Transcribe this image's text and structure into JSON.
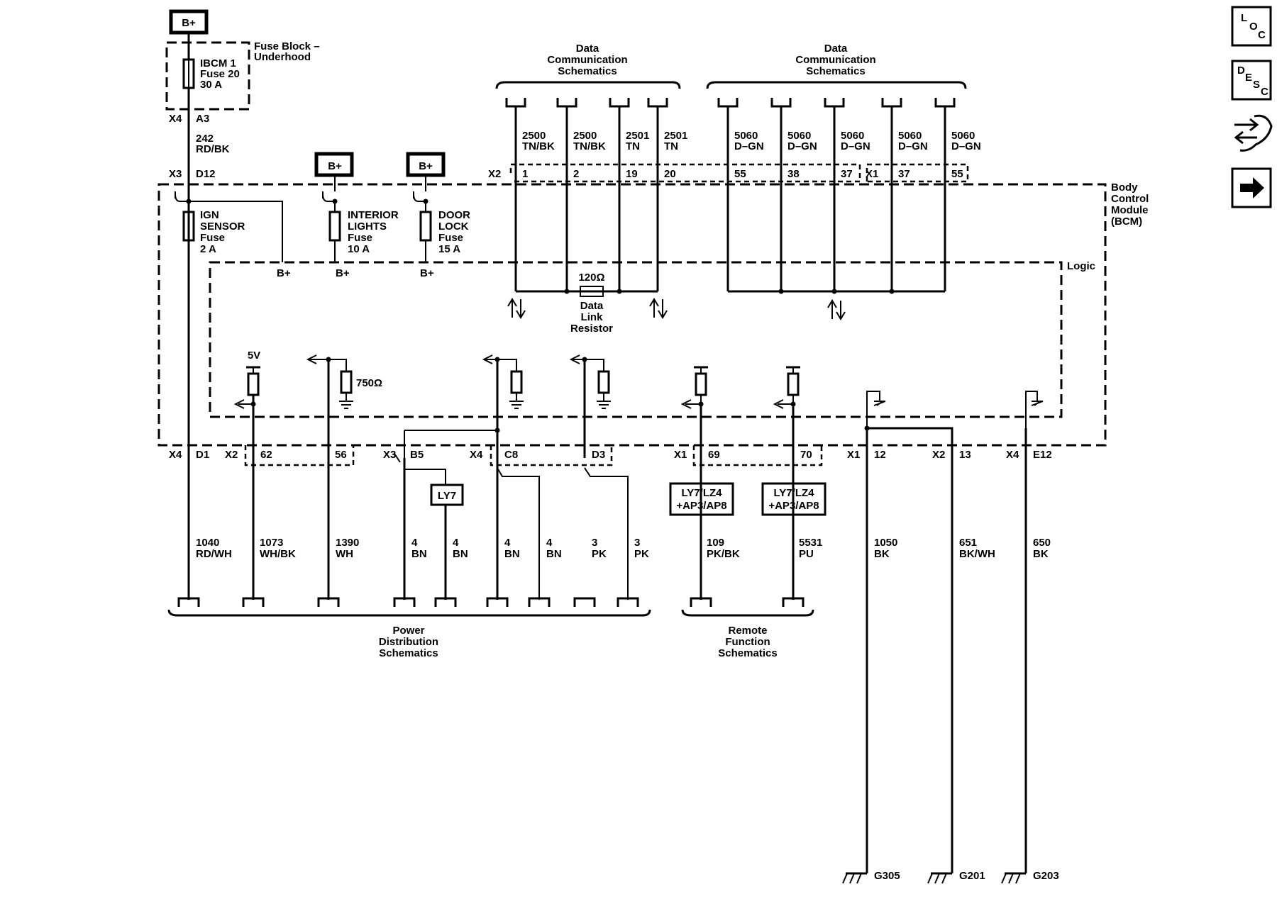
{
  "header": {
    "bplus": "B+",
    "fuse_block": [
      "Fuse Block –",
      "Underhood"
    ],
    "ibcm_fuse": [
      "IBCM 1",
      "Fuse 20",
      "30 A"
    ],
    "x4": "X4",
    "a3": "A3",
    "wire_242": [
      "242",
      "RD/BK"
    ],
    "x3": "X3",
    "d12": "D12",
    "ign_fuse": [
      "IGN",
      "SENSOR",
      "Fuse",
      "2 A"
    ],
    "int_fuse": [
      "INTERIOR",
      "LIGHTS",
      "Fuse",
      "10 A"
    ],
    "door_fuse": [
      "DOOR",
      "LOCK",
      "Fuse",
      "15 A"
    ],
    "bcm_label": [
      "Body",
      "Control",
      "Module",
      "(BCM)"
    ],
    "logic": "Logic",
    "dcs": [
      "Data",
      "Communication",
      "Schematics"
    ],
    "x2": "X2",
    "x1": "X1",
    "resistor_120": "120Ω",
    "data_link": [
      "Data",
      "Link",
      "Resistor"
    ],
    "v5": "5V",
    "r750": "750Ω",
    "ly7": "LY7",
    "opt_box": [
      "LY7/LZ4",
      "+AP3/AP8"
    ],
    "power_dist": [
      "Power",
      "Distribution",
      "Schematics"
    ],
    "remote_func": [
      "Remote",
      "Function",
      "Schematics"
    ]
  },
  "top_pins": [
    {
      "wire": "2500",
      "color": "TN/BK",
      "pin": "1"
    },
    {
      "wire": "2500",
      "color": "TN/BK",
      "pin": "2"
    },
    {
      "wire": "2501",
      "color": "TN",
      "pin": "19"
    },
    {
      "wire": "2501",
      "color": "TN",
      "pin": "20"
    },
    {
      "wire": "5060",
      "color": "D–GN",
      "pin": "55"
    },
    {
      "wire": "5060",
      "color": "D–GN",
      "pin": "38"
    },
    {
      "wire": "5060",
      "color": "D–GN",
      "pin": "37"
    },
    {
      "wire": "5060",
      "color": "D–GN",
      "pin": "37"
    },
    {
      "wire": "5060",
      "color": "D–GN",
      "pin": "55"
    }
  ],
  "bottom_pins": [
    {
      "conn": "X4",
      "pin": "D1"
    },
    {
      "conn": "X2",
      "pin": "62"
    },
    {
      "conn": "",
      "pin": "56"
    },
    {
      "conn": "X3",
      "pin": "B5"
    },
    {
      "conn": "X4",
      "pin": "C8"
    },
    {
      "conn": "",
      "pin": "D3"
    },
    {
      "conn": "X1",
      "pin": "69"
    },
    {
      "conn": "",
      "pin": "70"
    },
    {
      "conn": "X1",
      "pin": "12"
    },
    {
      "conn": "X2",
      "pin": "13"
    },
    {
      "conn": "X4",
      "pin": "E12"
    }
  ],
  "bottom_wires": [
    {
      "wire": "1040",
      "color": "RD/WH"
    },
    {
      "wire": "1073",
      "color": "WH/BK"
    },
    {
      "wire": "1390",
      "color": "WH"
    },
    {
      "wire": "4",
      "color": "BN"
    },
    {
      "wire": "4",
      "color": "BN"
    },
    {
      "wire": "4",
      "color": "BN"
    },
    {
      "wire": "4",
      "color": "BN"
    },
    {
      "wire": "3",
      "color": "PK"
    },
    {
      "wire": "3",
      "color": "PK"
    },
    {
      "wire": "109",
      "color": "PK/BK"
    },
    {
      "wire": "5531",
      "color": "PU"
    },
    {
      "wire": "1050",
      "color": "BK"
    },
    {
      "wire": "651",
      "color": "BK/WH"
    },
    {
      "wire": "650",
      "color": "BK"
    }
  ],
  "grounds": [
    "G305",
    "G201",
    "G203"
  ],
  "nav": {
    "loc": [
      "L",
      "O",
      "C"
    ],
    "desc": [
      "D",
      "E",
      "S",
      "C"
    ],
    "icons": [
      "connector-repair-icon",
      "next-arrow-icon"
    ]
  }
}
